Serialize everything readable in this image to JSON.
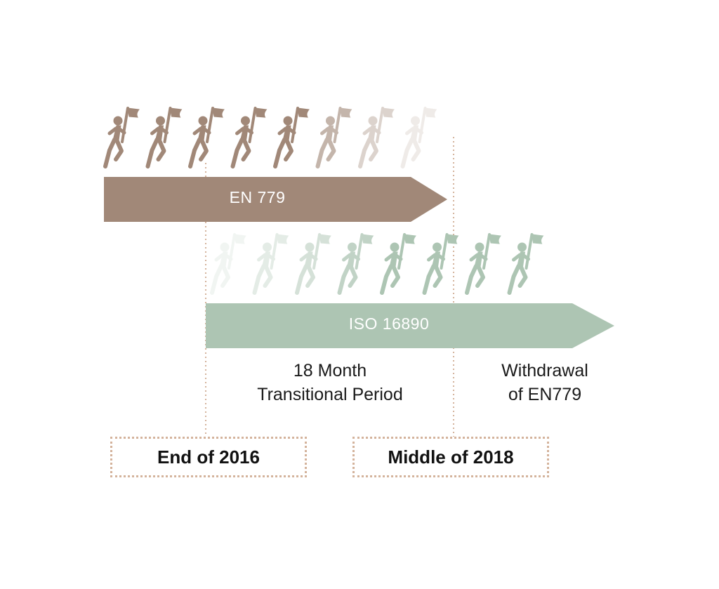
{
  "colors": {
    "en779": "#a18878",
    "iso16890": "#adc5b3",
    "guide": "#d4b39c",
    "text": "#1a1a1a"
  },
  "runners": {
    "icon": "runner-with-flag-icon",
    "en779_opacity": [
      1,
      1,
      1,
      1,
      1,
      0.62,
      0.36,
      0.16
    ],
    "iso16890_opacity": [
      0.16,
      0.32,
      0.5,
      0.75,
      1,
      1,
      1,
      1
    ]
  },
  "arrows": {
    "en779": {
      "label": "EN 779"
    },
    "iso16890": {
      "label": "ISO 16890"
    }
  },
  "captions": {
    "transition_line1": "18 Month",
    "transition_line2": "Transitional Period",
    "withdrawal_line1": "Withdrawal",
    "withdrawal_line2": "of EN779"
  },
  "dates": {
    "start": "End of 2016",
    "end": "Middle of 2018"
  }
}
